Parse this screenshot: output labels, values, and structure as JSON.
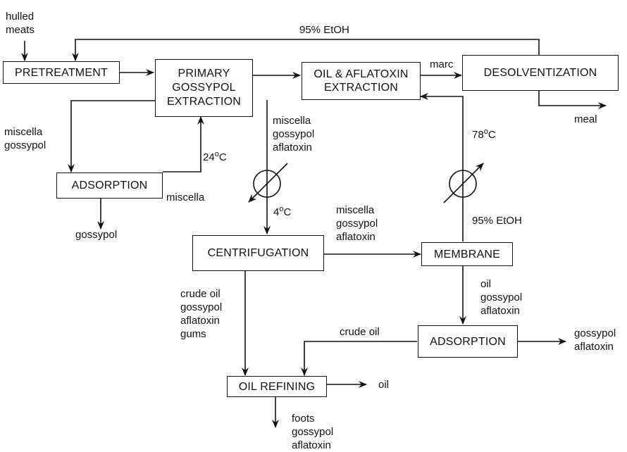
{
  "boxes": {
    "pretreatment": "PRETREATMENT",
    "primary_line1": "PRIMARY",
    "primary_line2": "GOSSYPOL",
    "primary_line3": "EXTRACTION",
    "oil_extraction_line1": "OIL & AFLATOXIN",
    "oil_extraction_line2": "EXTRACTION",
    "desolventization": "DESOLVENTIZATION",
    "adsorption_left": "ADSORPTION",
    "centrifugation": "CENTRIFUGATION",
    "membrane": "MEMBRANE",
    "adsorption_right": "ADSORPTION",
    "oil_refining": "OIL REFINING"
  },
  "labels": {
    "hulled_meats": "hulled\nmeats",
    "ethanol_recycle": "95% EtOH",
    "marc": "marc",
    "meal": "meal",
    "miscella_gossypol_left": "miscella\ngossypol",
    "temp_24": "24",
    "miscella_return": "miscella",
    "gossypol_out": "gossypol",
    "miscella_gossypol_aflatoxin_1": "miscella\ngossypol\naflatoxin",
    "temp_78": "78",
    "temp_4": "4",
    "miscella_gossypol_aflatoxin_2": "miscella\ngossypol\naflatoxin",
    "ethanol_membrane": "95% EtOH",
    "crude_oil_stream": "crude oil\ngossypol\naflatoxin\ngums",
    "oil_gossypol_aflatoxin": "oil\ngossypol\naflatoxin",
    "crude_oil": "crude oil",
    "gossypol_aflatoxin_out": "gossypol\naflatoxin",
    "oil_out": "oil",
    "foots_stream": "foots\ngossypol\naflatoxin",
    "degree_symbol": "o",
    "celsius_unit": "C"
  }
}
